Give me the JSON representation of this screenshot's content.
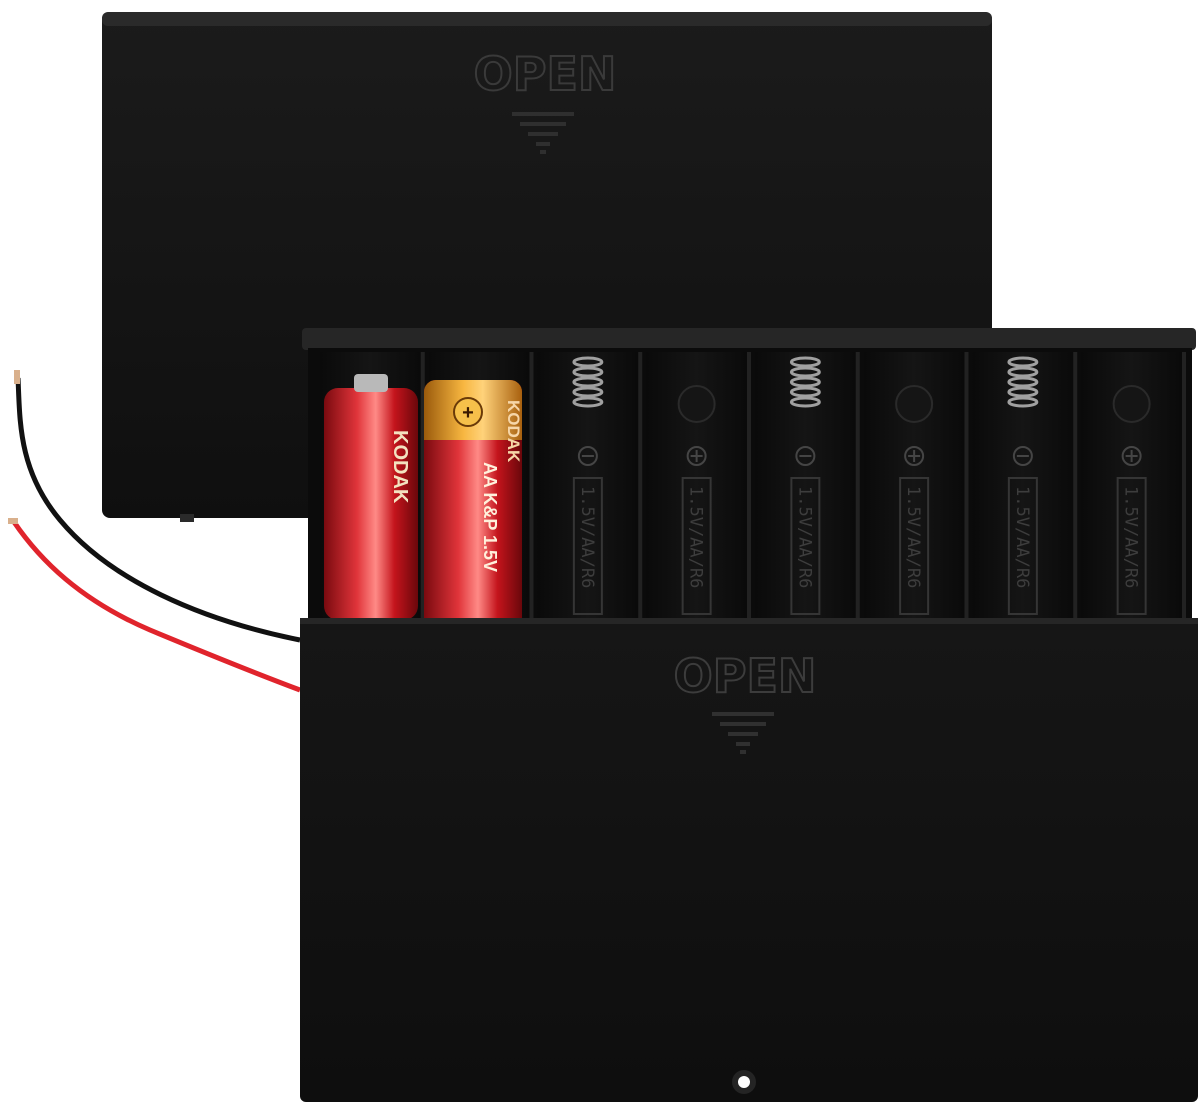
{
  "photo": {
    "lid_label": "OPEN",
    "cover_label": "OPEN",
    "cell_label": "1.5V/AA/R6",
    "battery_brand": "KODAK",
    "battery_2_text": "AA K&P 1.5V",
    "battery_1_text": "KODAK",
    "colors": {
      "case": "#141414",
      "case_edge": "#1f1f1f",
      "interior": "#0c0c0c",
      "emboss": "#3a3a3a",
      "battery_red": "#c4141c",
      "battery_yellow": "#f0a526",
      "wire_red": "#e0242c",
      "wire_black": "#111111",
      "spring": "#9a9a9a"
    },
    "slot_count": 8,
    "filled_slots": 2
  }
}
